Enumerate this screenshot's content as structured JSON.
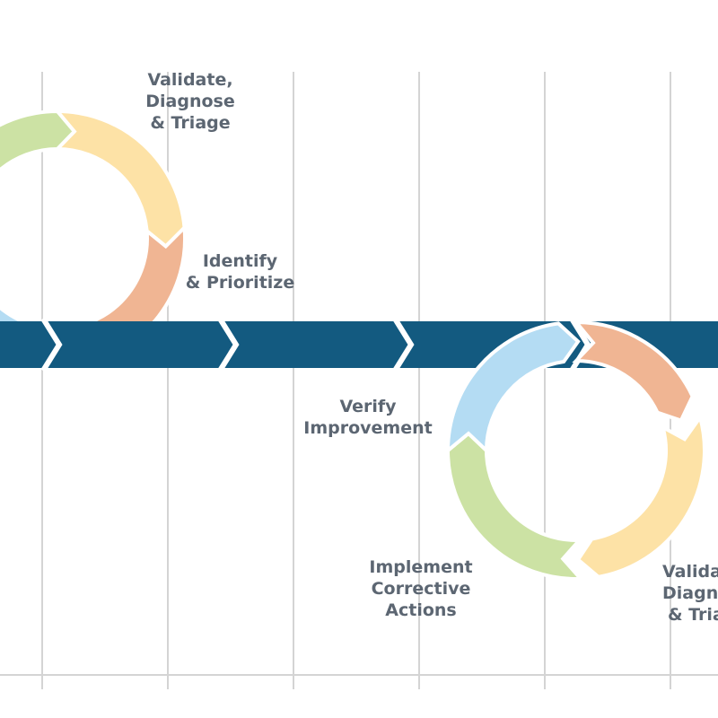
{
  "colors": {
    "arrow": "#135a80",
    "grid": "#d4d4d4",
    "green": "#cce2a4",
    "yellow": "#fde2a6",
    "orange": "#f0b593",
    "blue": "#b4dcf3",
    "label": "#5c6672"
  },
  "cycle_left": {
    "validate": [
      "Validate,",
      "Diagnose",
      "& Triage"
    ],
    "identify": [
      "Identify",
      "& Prioritize"
    ]
  },
  "cycle_right": {
    "verify": [
      "Verify",
      "Improvement"
    ],
    "implement": [
      "Implement",
      "Corrective",
      "Actions"
    ],
    "validate_partial": [
      "Valida",
      "Diagn",
      "& Tria"
    ]
  }
}
